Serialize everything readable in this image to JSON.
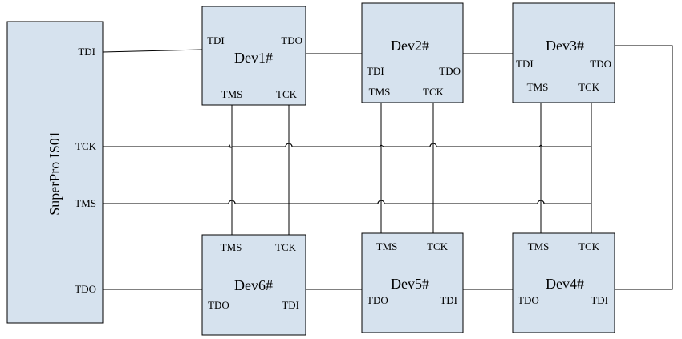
{
  "main_block": {
    "label": "SuperPro IS01",
    "pins": {
      "tdi": "TDI",
      "tck": "TCK",
      "tms": "TMS",
      "tdo": "TDO"
    }
  },
  "devices": {
    "dev1": {
      "name": "Dev1#",
      "tdi": "TDI",
      "tdo": "TDO",
      "tms": "TMS",
      "tck": "TCK"
    },
    "dev2": {
      "name": "Dev2#",
      "tdi": "TDI",
      "tdo": "TDO",
      "tms": "TMS",
      "tck": "TCK"
    },
    "dev3": {
      "name": "Dev3#",
      "tdi": "TDI",
      "tdo": "TDO",
      "tms": "TMS",
      "tck": "TCK"
    },
    "dev4": {
      "name": "Dev4#",
      "tdi": "TDI",
      "tdo": "TDO",
      "tms": "TMS",
      "tck": "TCK"
    },
    "dev5": {
      "name": "Dev5#",
      "tdi": "TDI",
      "tdo": "TDO",
      "tms": "TMS",
      "tck": "TCK"
    },
    "dev6": {
      "name": "Dev6#",
      "tdi": "TDI",
      "tdo": "TDO",
      "tms": "TMS",
      "tck": "TCK"
    }
  },
  "colors": {
    "block_fill": "#d6e2ee",
    "line": "#000000",
    "background": "#ffffff"
  }
}
